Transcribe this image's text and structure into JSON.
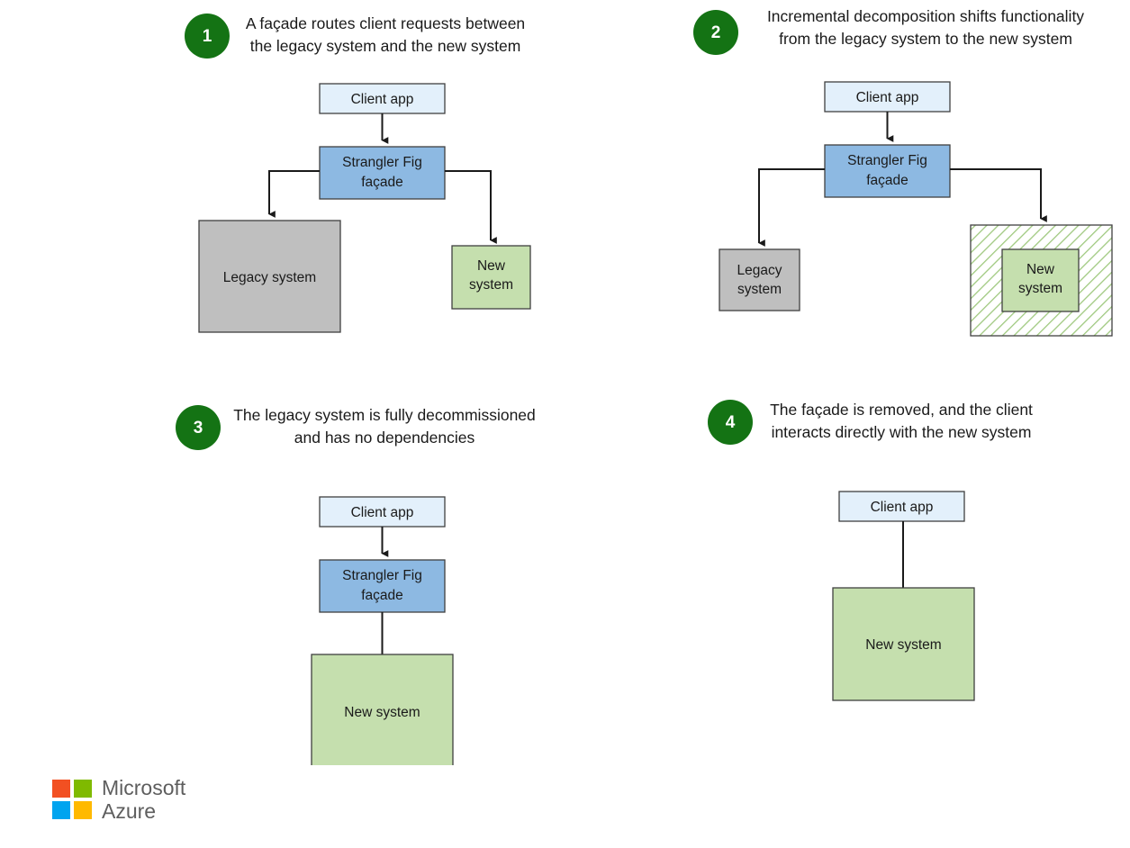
{
  "diagram": {
    "title": "Strangler Fig pattern migration stages",
    "colors": {
      "badge_green": "#147314",
      "client_app_fill": "#e3f0fb",
      "facade_fill": "#8db9e2",
      "legacy_fill": "#bfbfbf",
      "new_system_fill": "#c5dfae",
      "hatch_stroke": "#9fc97f",
      "box_border": "#404040",
      "arrow_color": "#1a1a1a",
      "logo_gray": "#5e5e5e",
      "ms_red": "#f25022",
      "ms_green": "#7fba00",
      "ms_blue": "#00a4ef",
      "ms_yellow": "#ffb900"
    },
    "panels": [
      {
        "number": "1",
        "caption": "A façade routes client requests between\nthe legacy system and the new system",
        "boxes": {
          "client_app": "Client app",
          "facade_line1": "Strangler Fig",
          "facade_line2": "façade",
          "legacy": "Legacy system",
          "new_line1": "New",
          "new_line2": "system"
        }
      },
      {
        "number": "2",
        "caption": "Incremental decomposition shifts functionality\nfrom the legacy system to the new system",
        "boxes": {
          "client_app": "Client app",
          "facade_line1": "Strangler Fig",
          "facade_line2": "façade",
          "legacy_line1": "Legacy",
          "legacy_line2": "system",
          "new_line1": "New",
          "new_line2": "system"
        }
      },
      {
        "number": "3",
        "caption": "The legacy system is fully decommissioned\nand has no dependencies",
        "boxes": {
          "client_app": "Client app",
          "facade_line1": "Strangler Fig",
          "facade_line2": "façade",
          "new": "New system"
        }
      },
      {
        "number": "4",
        "caption": "The façade is removed, and the client\ninteracts directly with the new system",
        "boxes": {
          "client_app": "Client app",
          "new": "New system"
        }
      }
    ]
  },
  "logo": {
    "line1": "Microsoft",
    "line2": "Azure"
  }
}
